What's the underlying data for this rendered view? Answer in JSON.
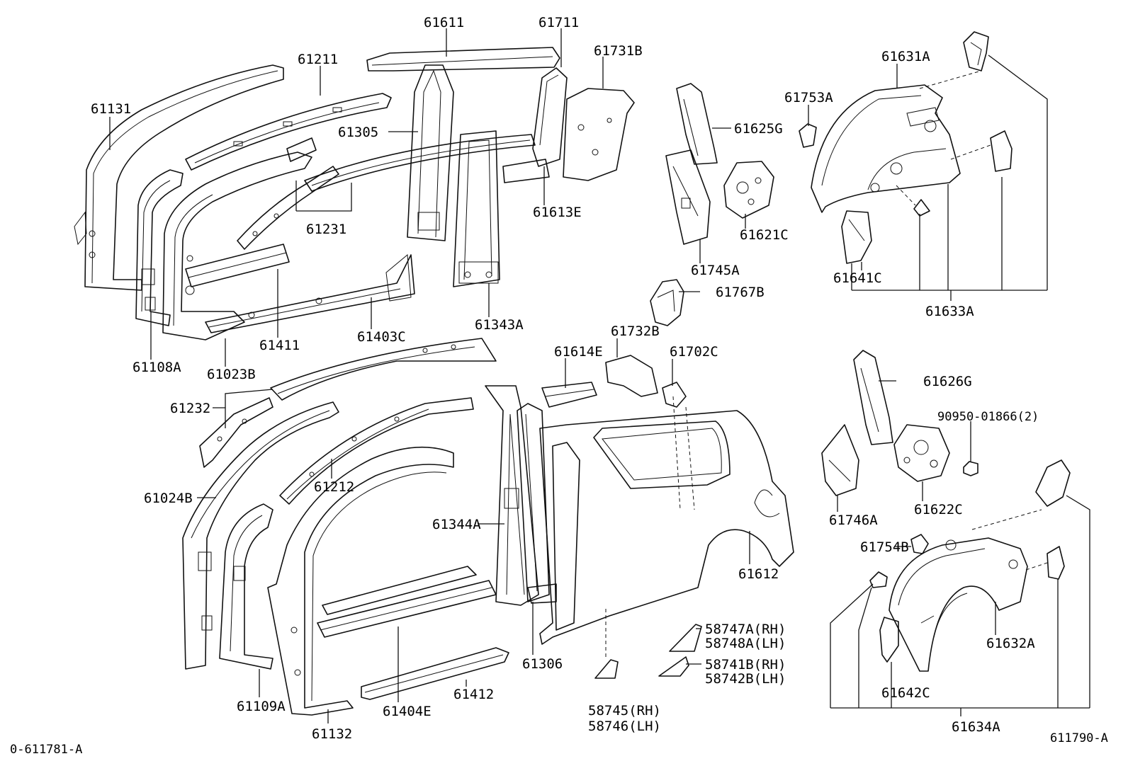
{
  "labels": {
    "p61131": "61131",
    "p61211": "61211",
    "p61611": "61611",
    "p61711": "61711",
    "p61731B": "61731B",
    "p61305": "61305",
    "p61231": "61231",
    "p61613E": "61613E",
    "p61625G": "61625G",
    "p61621C": "61621C",
    "p61745A": "61745A",
    "p61753A": "61753A",
    "p61631A": "61631A",
    "p61641C": "61641C",
    "p61633A": "61633A",
    "p61108A": "61108A",
    "p61023B": "61023B",
    "p61411": "61411",
    "p61403C": "61403C",
    "p61343A": "61343A",
    "p61767B": "61767B",
    "p61732B": "61732B",
    "p61614E": "61614E",
    "p61702C": "61702C",
    "p61232": "61232",
    "p61626G": "61626G",
    "p90950": "90950-01866(2)",
    "p61024B": "61024B",
    "p61212": "61212",
    "p61344A": "61344A",
    "p61746A": "61746A",
    "p61622C": "61622C",
    "p61612": "61612",
    "p61754B": "61754B",
    "p58747A": "58747A(RH)",
    "p58748A": "58748A(LH)",
    "p58741B": "58741B(RH)",
    "p58742B": "58742B(LH)",
    "p61632A": "61632A",
    "p61642C": "61642C",
    "p61634A": "61634A",
    "p61306": "61306",
    "p61109A": "61109A",
    "p61412": "61412",
    "p61404E": "61404E",
    "p61132": "61132",
    "p58745": "58745(RH)",
    "p58746": "58746(LH)"
  },
  "codes": {
    "left": "0-611781-A",
    "right": "611790-A"
  }
}
